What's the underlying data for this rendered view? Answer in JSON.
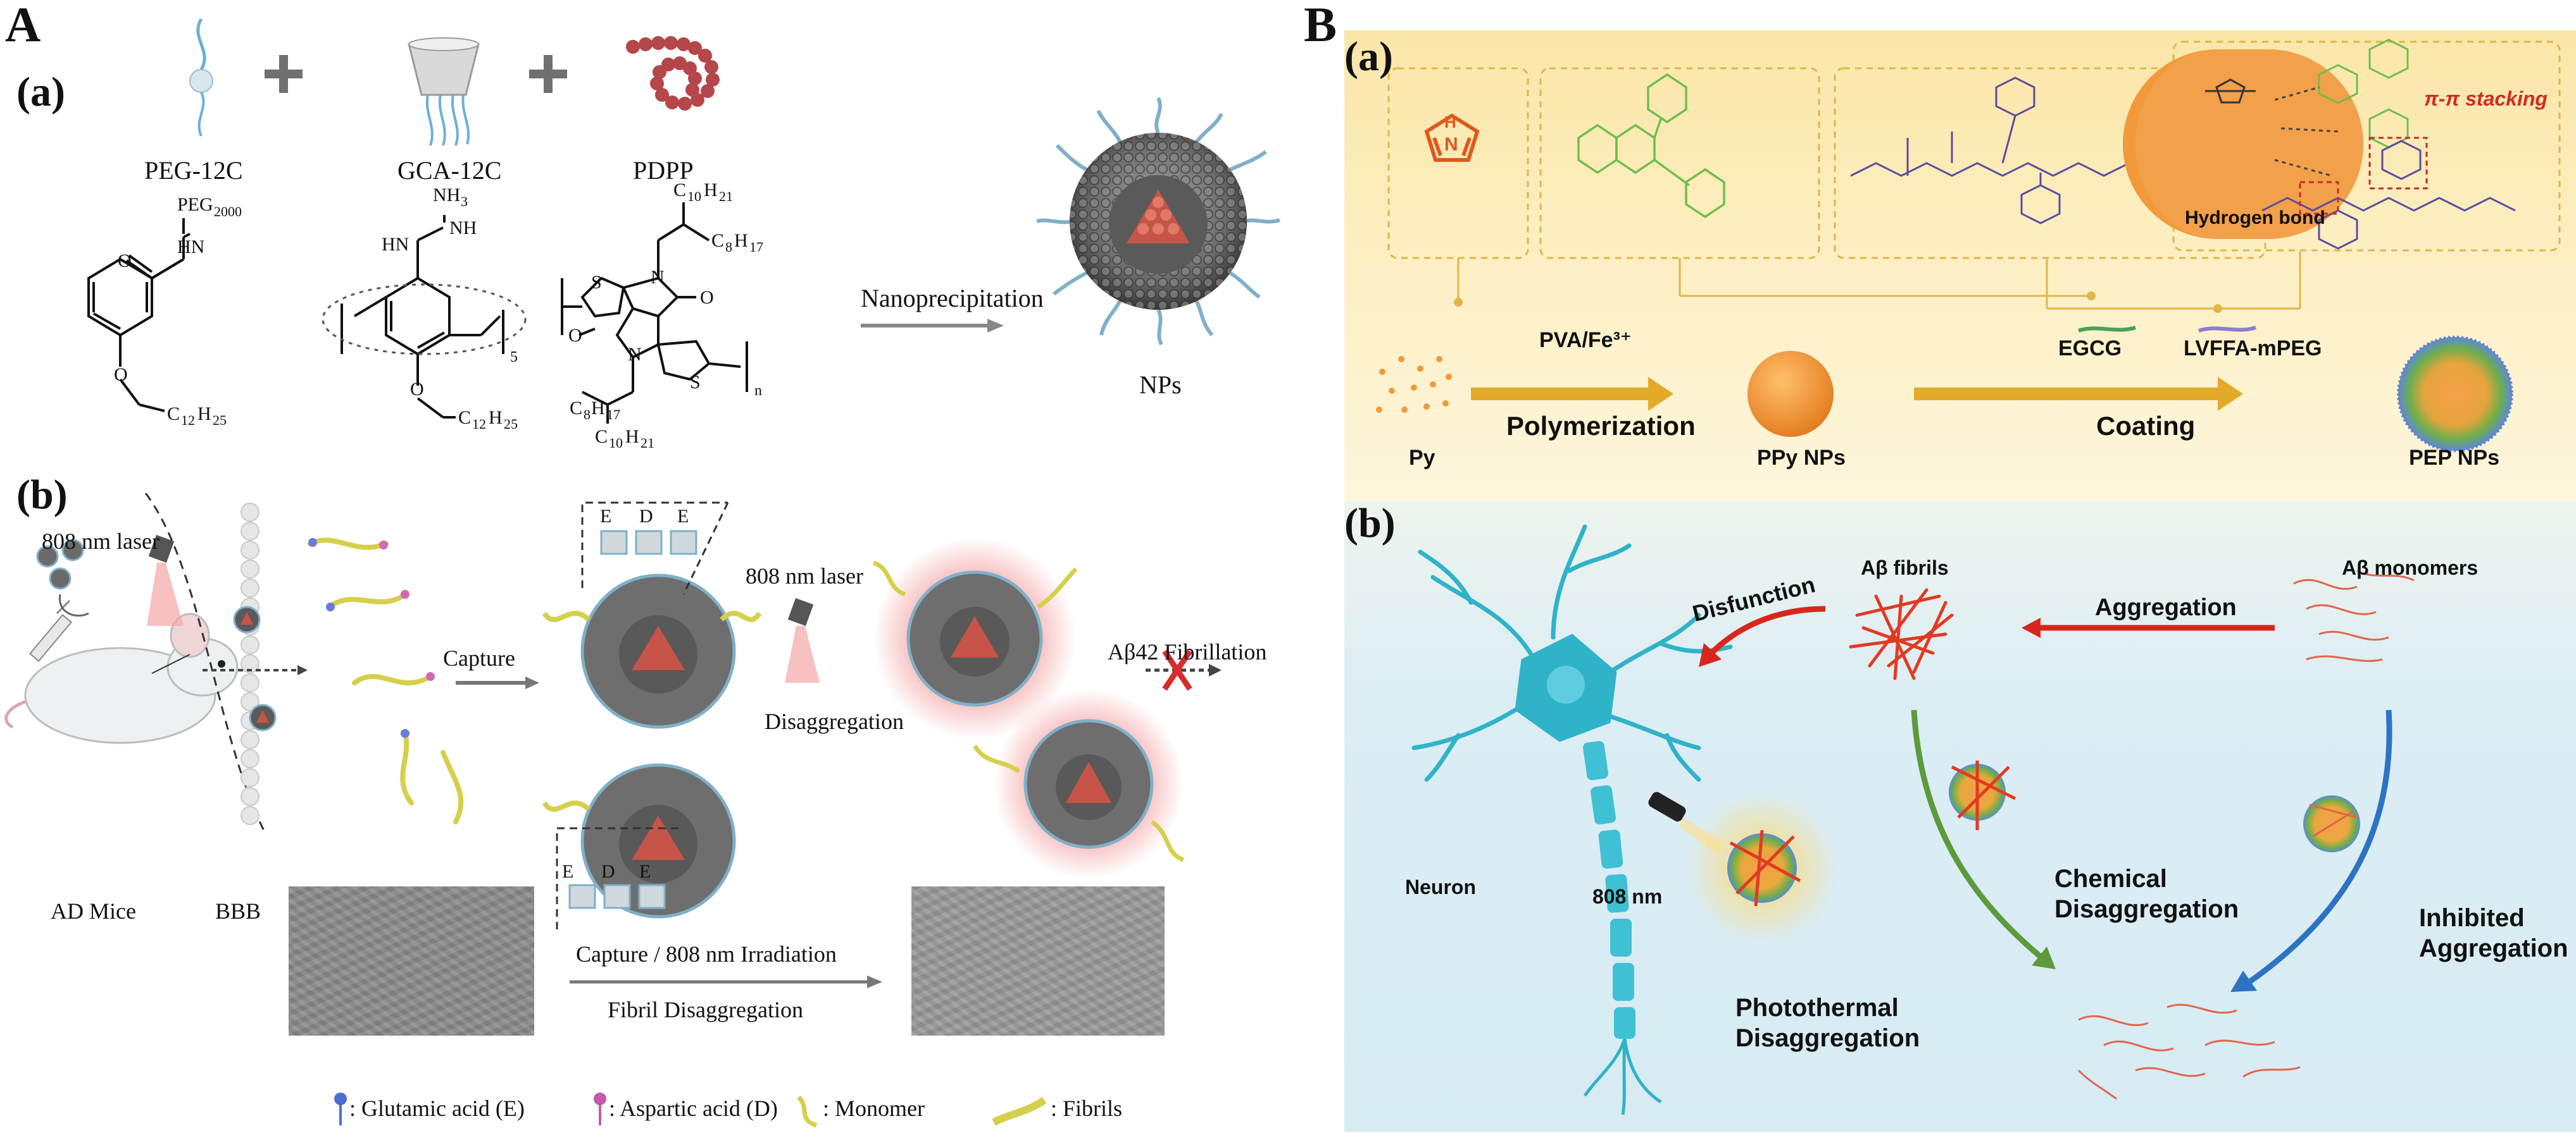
{
  "panelA": {
    "letter": "A",
    "a": {
      "label": "(a)",
      "components": [
        "PEG-12C",
        "GCA-12C",
        "PDPP"
      ],
      "peg_sub": "PEG",
      "peg_sub_n": "2000",
      "nh": "HN",
      "nh3": "NH",
      "nh3_sub": "3",
      "nh_right": "NH",
      "hn_left": "HN",
      "o_left": "O",
      "o_chain": "O",
      "c12h25": "C",
      "c12h25_sub": "12",
      "h25": "H",
      "h25_sub": "25",
      "sub5": "5",
      "subn": "n",
      "c10": "C",
      "c10_sub": "10",
      "h21": "H",
      "h21_sub": "21",
      "c8": "C",
      "c8_sub": "8",
      "h17": "H",
      "h17_sub": "17",
      "N": "N",
      "S": "S",
      "O": "O",
      "arrow_label": "Nanoprecipitation",
      "product_label": "NPs"
    },
    "b": {
      "label": "(b)",
      "laser1": "808 nm laser",
      "capture": "Capture",
      "laser2": "808 nm laser",
      "disaggregation": "Disaggregation",
      "fibrillation": "Aβ42 Fibrillation",
      "ad_mice": "AD Mice",
      "bbb": "BBB",
      "tem_arrow_top": "Capture / 808 nm Irradiation",
      "tem_arrow_bottom": "Fibril Disaggregation",
      "edE": [
        "E",
        "D",
        "E"
      ],
      "legend": [
        ": Glutamic acid (E)",
        ": Aspartic acid (D)",
        ": Monomer",
        ": Fibrils"
      ]
    }
  },
  "panelB": {
    "letter": "B",
    "a": {
      "label": "(a)",
      "pi_stack": "π-π stacking",
      "hbond": "Hydrogen bond",
      "py": "Py",
      "reagent1": "PVA/Fe³⁺",
      "step1": "Polymerization",
      "ppy": "PPy NPs",
      "egcg": "EGCG",
      "peptide": "LVFFA-mPEG",
      "step2": "Coating",
      "pep": "PEP NPs",
      "nh_label": "N",
      "h_label": "H"
    },
    "b": {
      "label": "(b)",
      "fibrils": "Aβ fibrils",
      "monomers": "Aβ monomers",
      "disfunction": "Disfunction",
      "aggregation": "Aggregation",
      "neuron": "Neuron",
      "nm808": "808 nm",
      "chemical": [
        "Chemical",
        "Disaggregation"
      ],
      "photothermal": [
        "Photothermal",
        "Disaggregation"
      ],
      "inhibited": [
        "Inhibited",
        "Aggregation"
      ]
    }
  },
  "colors": {
    "panelB_top_bg": "#fdf0c6",
    "panelB_bottom_bg": "#dcedf4",
    "arrow_gold": "#e3a928",
    "arrow_red": "#d9261c",
    "arrow_green": "#5c9a3b",
    "arrow_blue": "#2d73c4",
    "neuron": "#2fb3c9",
    "np_orange": "#f29a3b"
  }
}
